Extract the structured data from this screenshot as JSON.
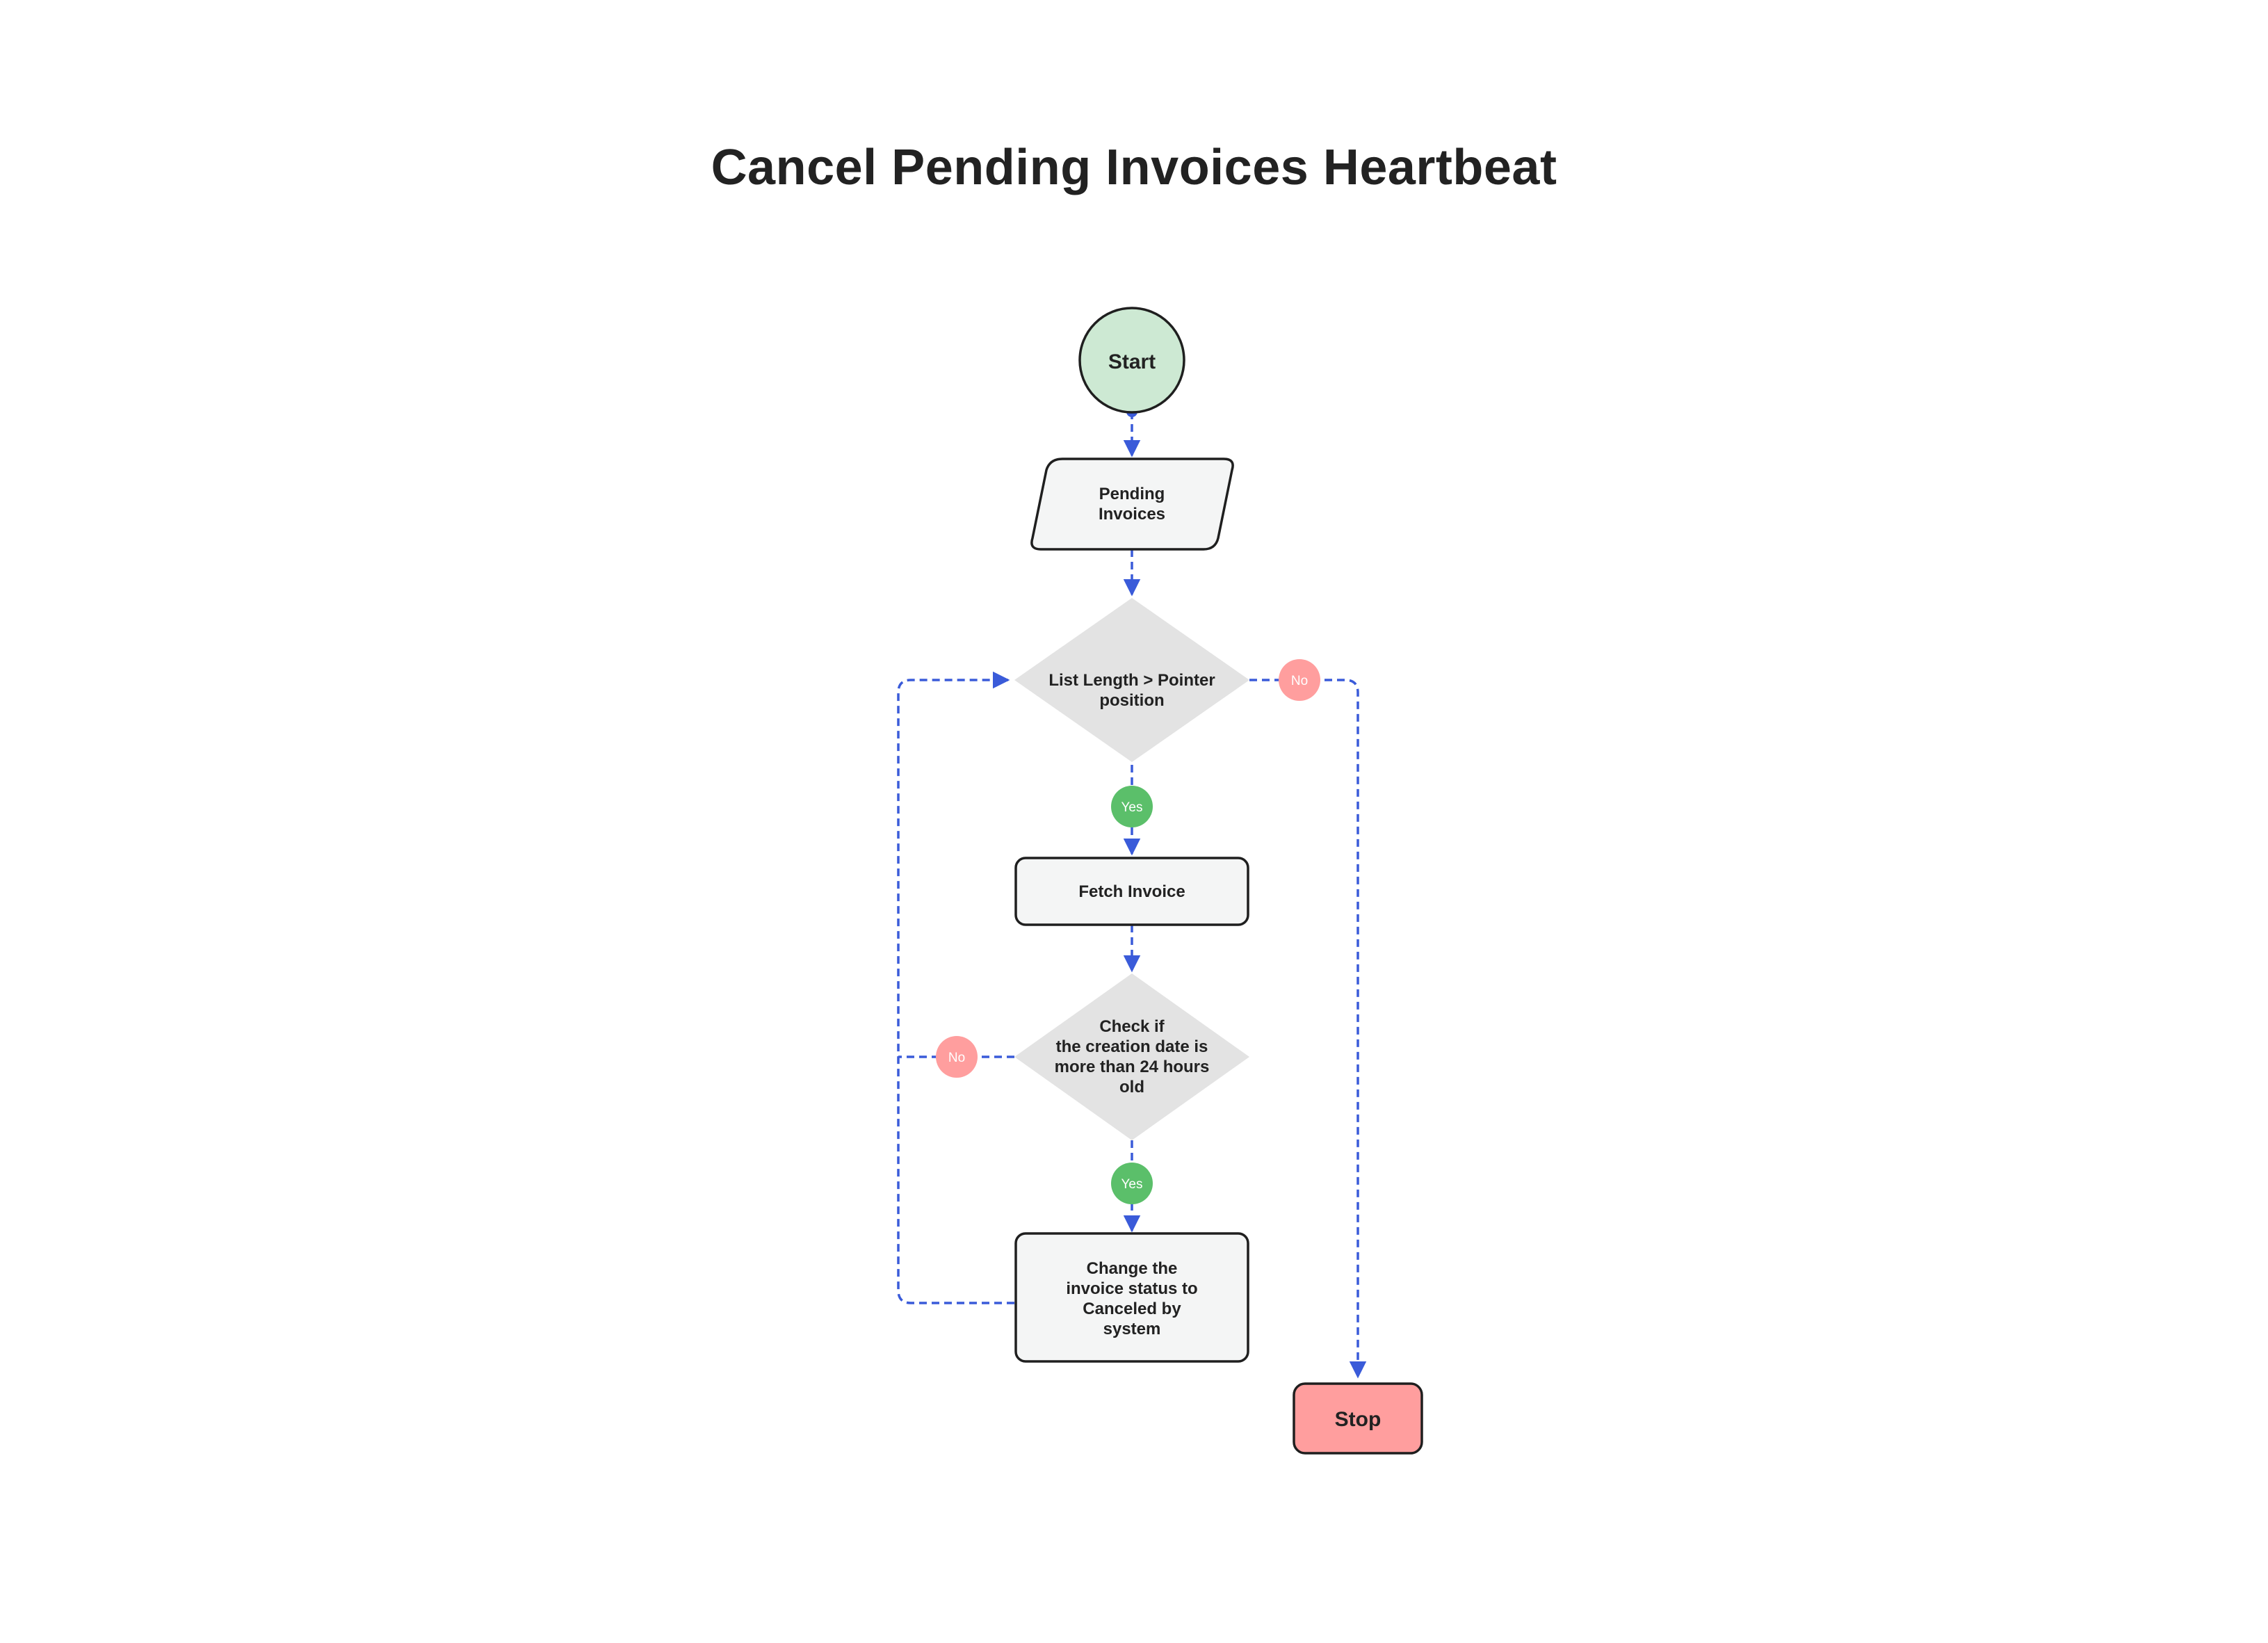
{
  "title": "Cancel Pending Invoices Heartbeat",
  "nodes": {
    "start": "Start",
    "pending": [
      "Pending",
      "Invoices"
    ],
    "decision1": [
      "List Length > Pointer",
      "position"
    ],
    "fetch": "Fetch Invoice",
    "decision2": [
      "Check if",
      "the creation date is",
      "more than 24 hours",
      "old"
    ],
    "change": [
      "Change the",
      "invoice status to",
      "Canceled by",
      "system"
    ],
    "stop": "Stop"
  },
  "badges": {
    "yes": "Yes",
    "no": "No"
  },
  "colors": {
    "start_fill": "#cde9d3",
    "stop_fill": "#ff9e9e",
    "process_fill": "#f4f5f5",
    "decision_fill": "#e3e3e3",
    "stroke": "#1f1f1f",
    "edge": "#3a5bd9",
    "yes_badge": "#5bbf6a",
    "no_badge": "#ff9e9e"
  }
}
